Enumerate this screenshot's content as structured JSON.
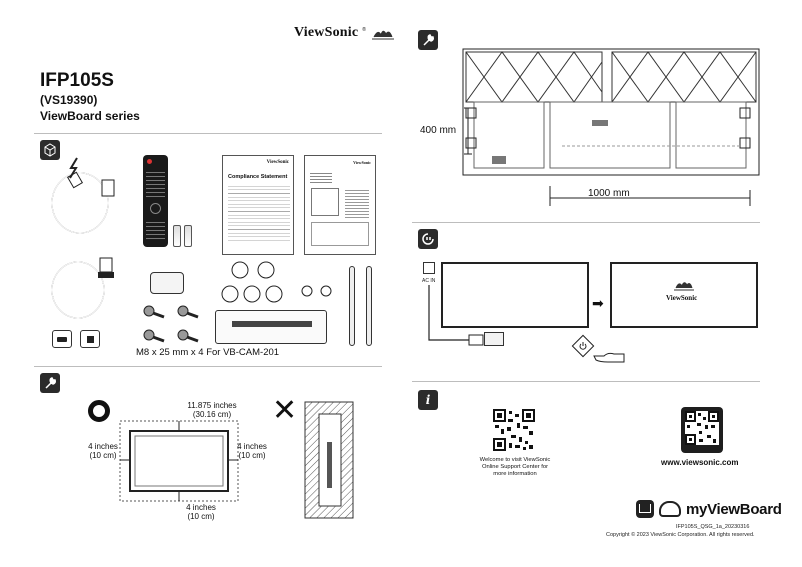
{
  "brand": {
    "name": "ViewSonic",
    "trademark": "®",
    "bottom_brand": "ViewSonic"
  },
  "product": {
    "model": "IFP105S",
    "code": "(VS19390)",
    "series": "ViewBoard series"
  },
  "package": {
    "screw_caption": "M8 x 25 mm x 4 For VB-CAM-201",
    "booklet1_title": "Compliance Statement",
    "booklet1_brand": "ViewSonic",
    "booklet2_brand": "ViewSonic"
  },
  "wall_mount": {
    "top_clearance": [
      "11.875 inches",
      "(30.16 cm)"
    ],
    "left_clearance": [
      "4 inches",
      "(10 cm)"
    ],
    "right_clearance": [
      "4 inches",
      "(10 cm)"
    ],
    "bottom_clearance": [
      "4 inches",
      "(10 cm)"
    ],
    "ok_symbol": "O",
    "no_symbol": "✕"
  },
  "vesa": {
    "height_label": "400 mm",
    "width_label": "1000 mm"
  },
  "power": {
    "ac_label": "AC IN"
  },
  "info": {
    "support_text": [
      "Welcome to visit ViewSonic",
      "Online Support Center for",
      "more information"
    ],
    "website": "www.viewsonic.com"
  },
  "footer": {
    "app_name": "myViewBoard",
    "doc_code": "IFP105S_QSG_1a_20230316",
    "copyright": "Copyright © 2023 ViewSonic Corporation. All rights reserved."
  },
  "icons": [
    "wrench-icon",
    "box-icon",
    "plug-icon",
    "info-icon"
  ]
}
